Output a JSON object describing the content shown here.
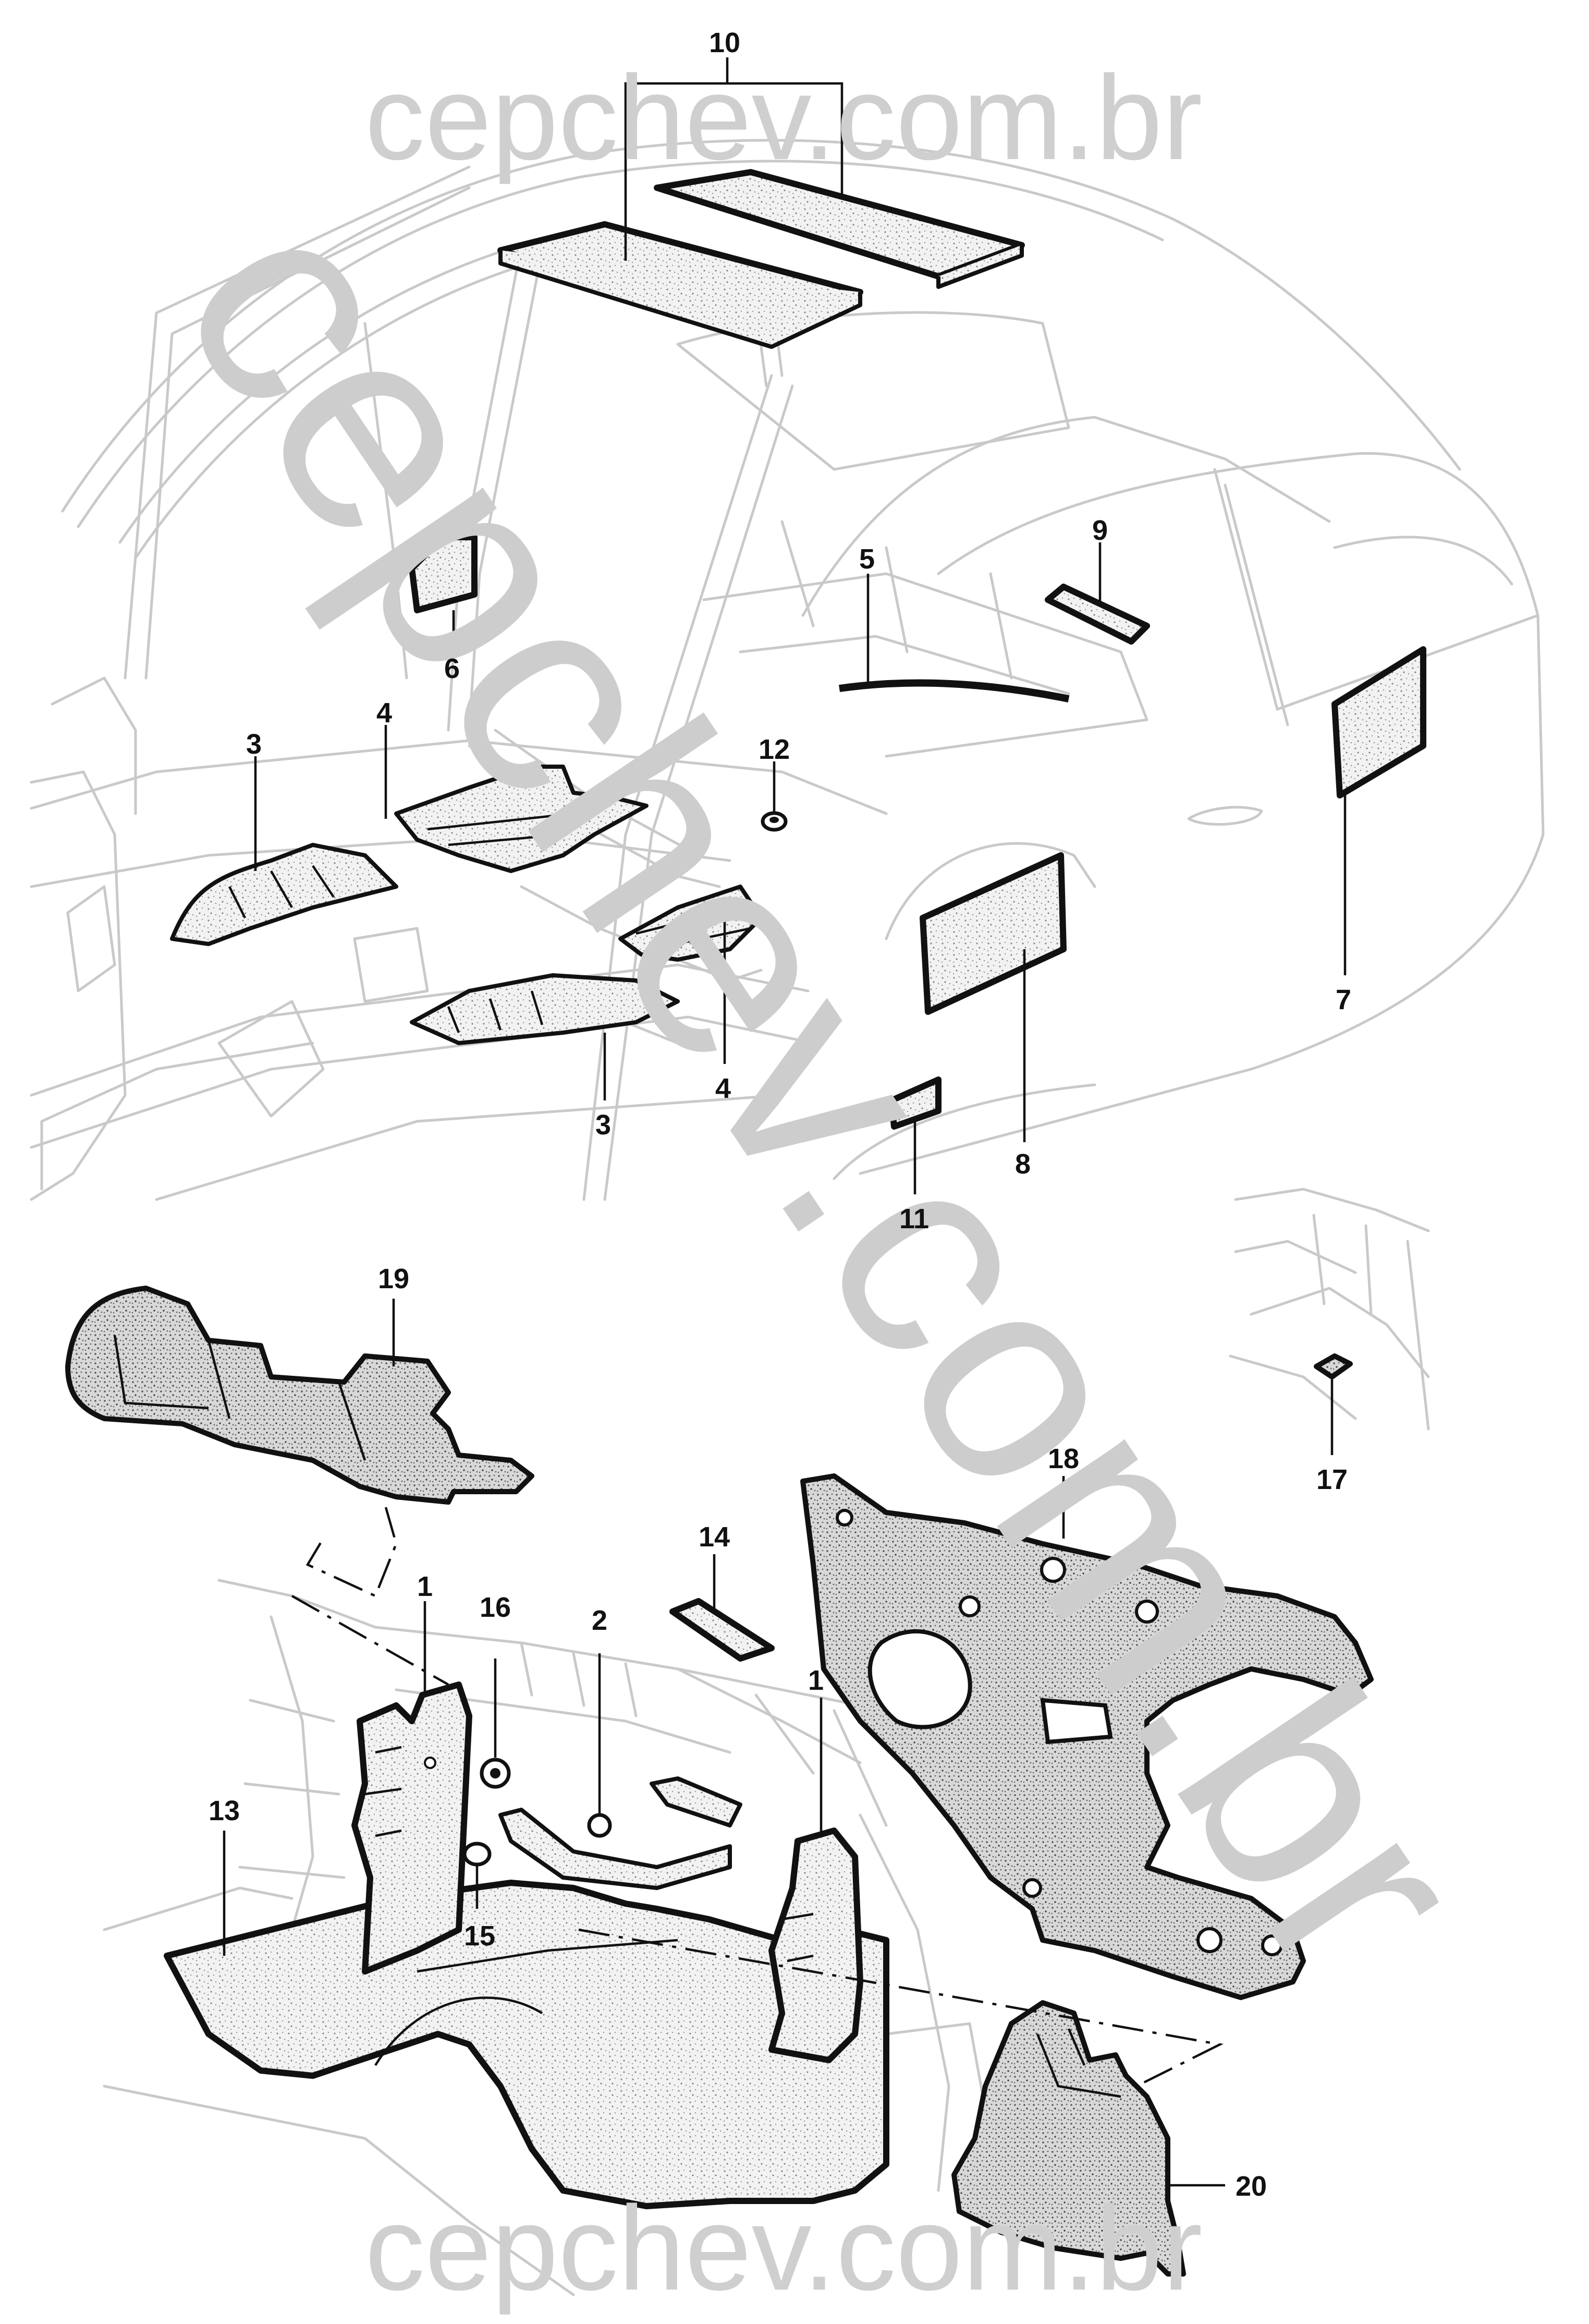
{
  "watermark": {
    "top": "cepchev.com.br",
    "bottom": "cepchev.com.br",
    "diagonal": "cepchev.com.br"
  },
  "callouts": [
    {
      "id": "10",
      "label": "10"
    },
    {
      "id": "5",
      "label": "5"
    },
    {
      "id": "9",
      "label": "9"
    },
    {
      "id": "6",
      "label": "6"
    },
    {
      "id": "4a",
      "label": "4"
    },
    {
      "id": "3a",
      "label": "3"
    },
    {
      "id": "12",
      "label": "12"
    },
    {
      "id": "7",
      "label": "7"
    },
    {
      "id": "8",
      "label": "8"
    },
    {
      "id": "4b",
      "label": "4"
    },
    {
      "id": "3b",
      "label": "3"
    },
    {
      "id": "11",
      "label": "11"
    },
    {
      "id": "19",
      "label": "19"
    },
    {
      "id": "17",
      "label": "17"
    },
    {
      "id": "18",
      "label": "18"
    },
    {
      "id": "14",
      "label": "14"
    },
    {
      "id": "1a",
      "label": "1"
    },
    {
      "id": "16",
      "label": "16"
    },
    {
      "id": "2",
      "label": "2"
    },
    {
      "id": "1b",
      "label": "1"
    },
    {
      "id": "13",
      "label": "13"
    },
    {
      "id": "15",
      "label": "15"
    },
    {
      "id": "20",
      "label": "20"
    }
  ]
}
